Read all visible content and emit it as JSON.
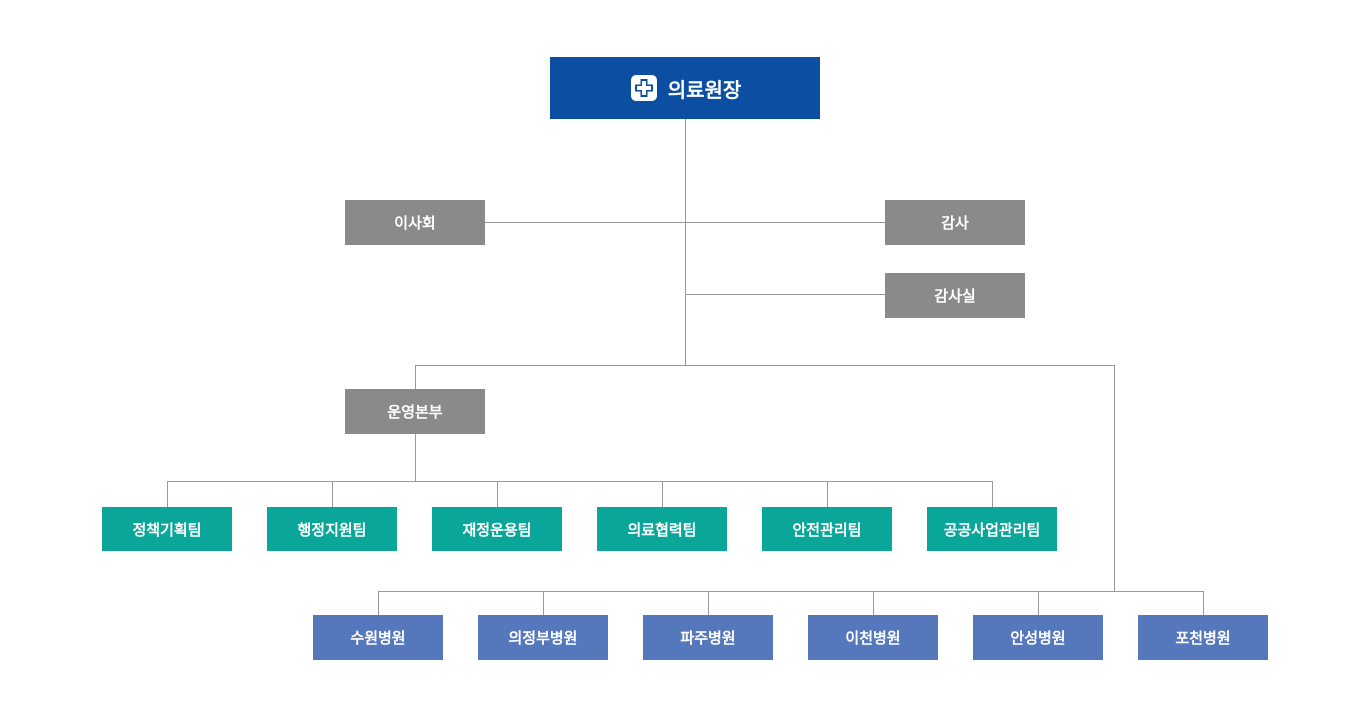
{
  "colors": {
    "root": "#0b4ea2",
    "gray": "#8a8a8a",
    "team": "#0aa69a",
    "hospital": "#5578bd",
    "line": "#9a9a9a"
  },
  "root": {
    "label": "의료원장",
    "icon": "medical-cross-icon"
  },
  "board": {
    "label": "이사회"
  },
  "auditor": {
    "label": "감사"
  },
  "audit_office": {
    "label": "감사실"
  },
  "operations": {
    "label": "운영본부"
  },
  "teams": [
    {
      "label": "정책기획팀"
    },
    {
      "label": "행정지원팀"
    },
    {
      "label": "재정운용팀"
    },
    {
      "label": "의료협력팀"
    },
    {
      "label": "안전관리팀"
    },
    {
      "label": "공공사업관리팀"
    }
  ],
  "hospitals": [
    {
      "label": "수원병원"
    },
    {
      "label": "의정부병원"
    },
    {
      "label": "파주병원"
    },
    {
      "label": "이천병원"
    },
    {
      "label": "안성병원"
    },
    {
      "label": "포천병원"
    }
  ]
}
